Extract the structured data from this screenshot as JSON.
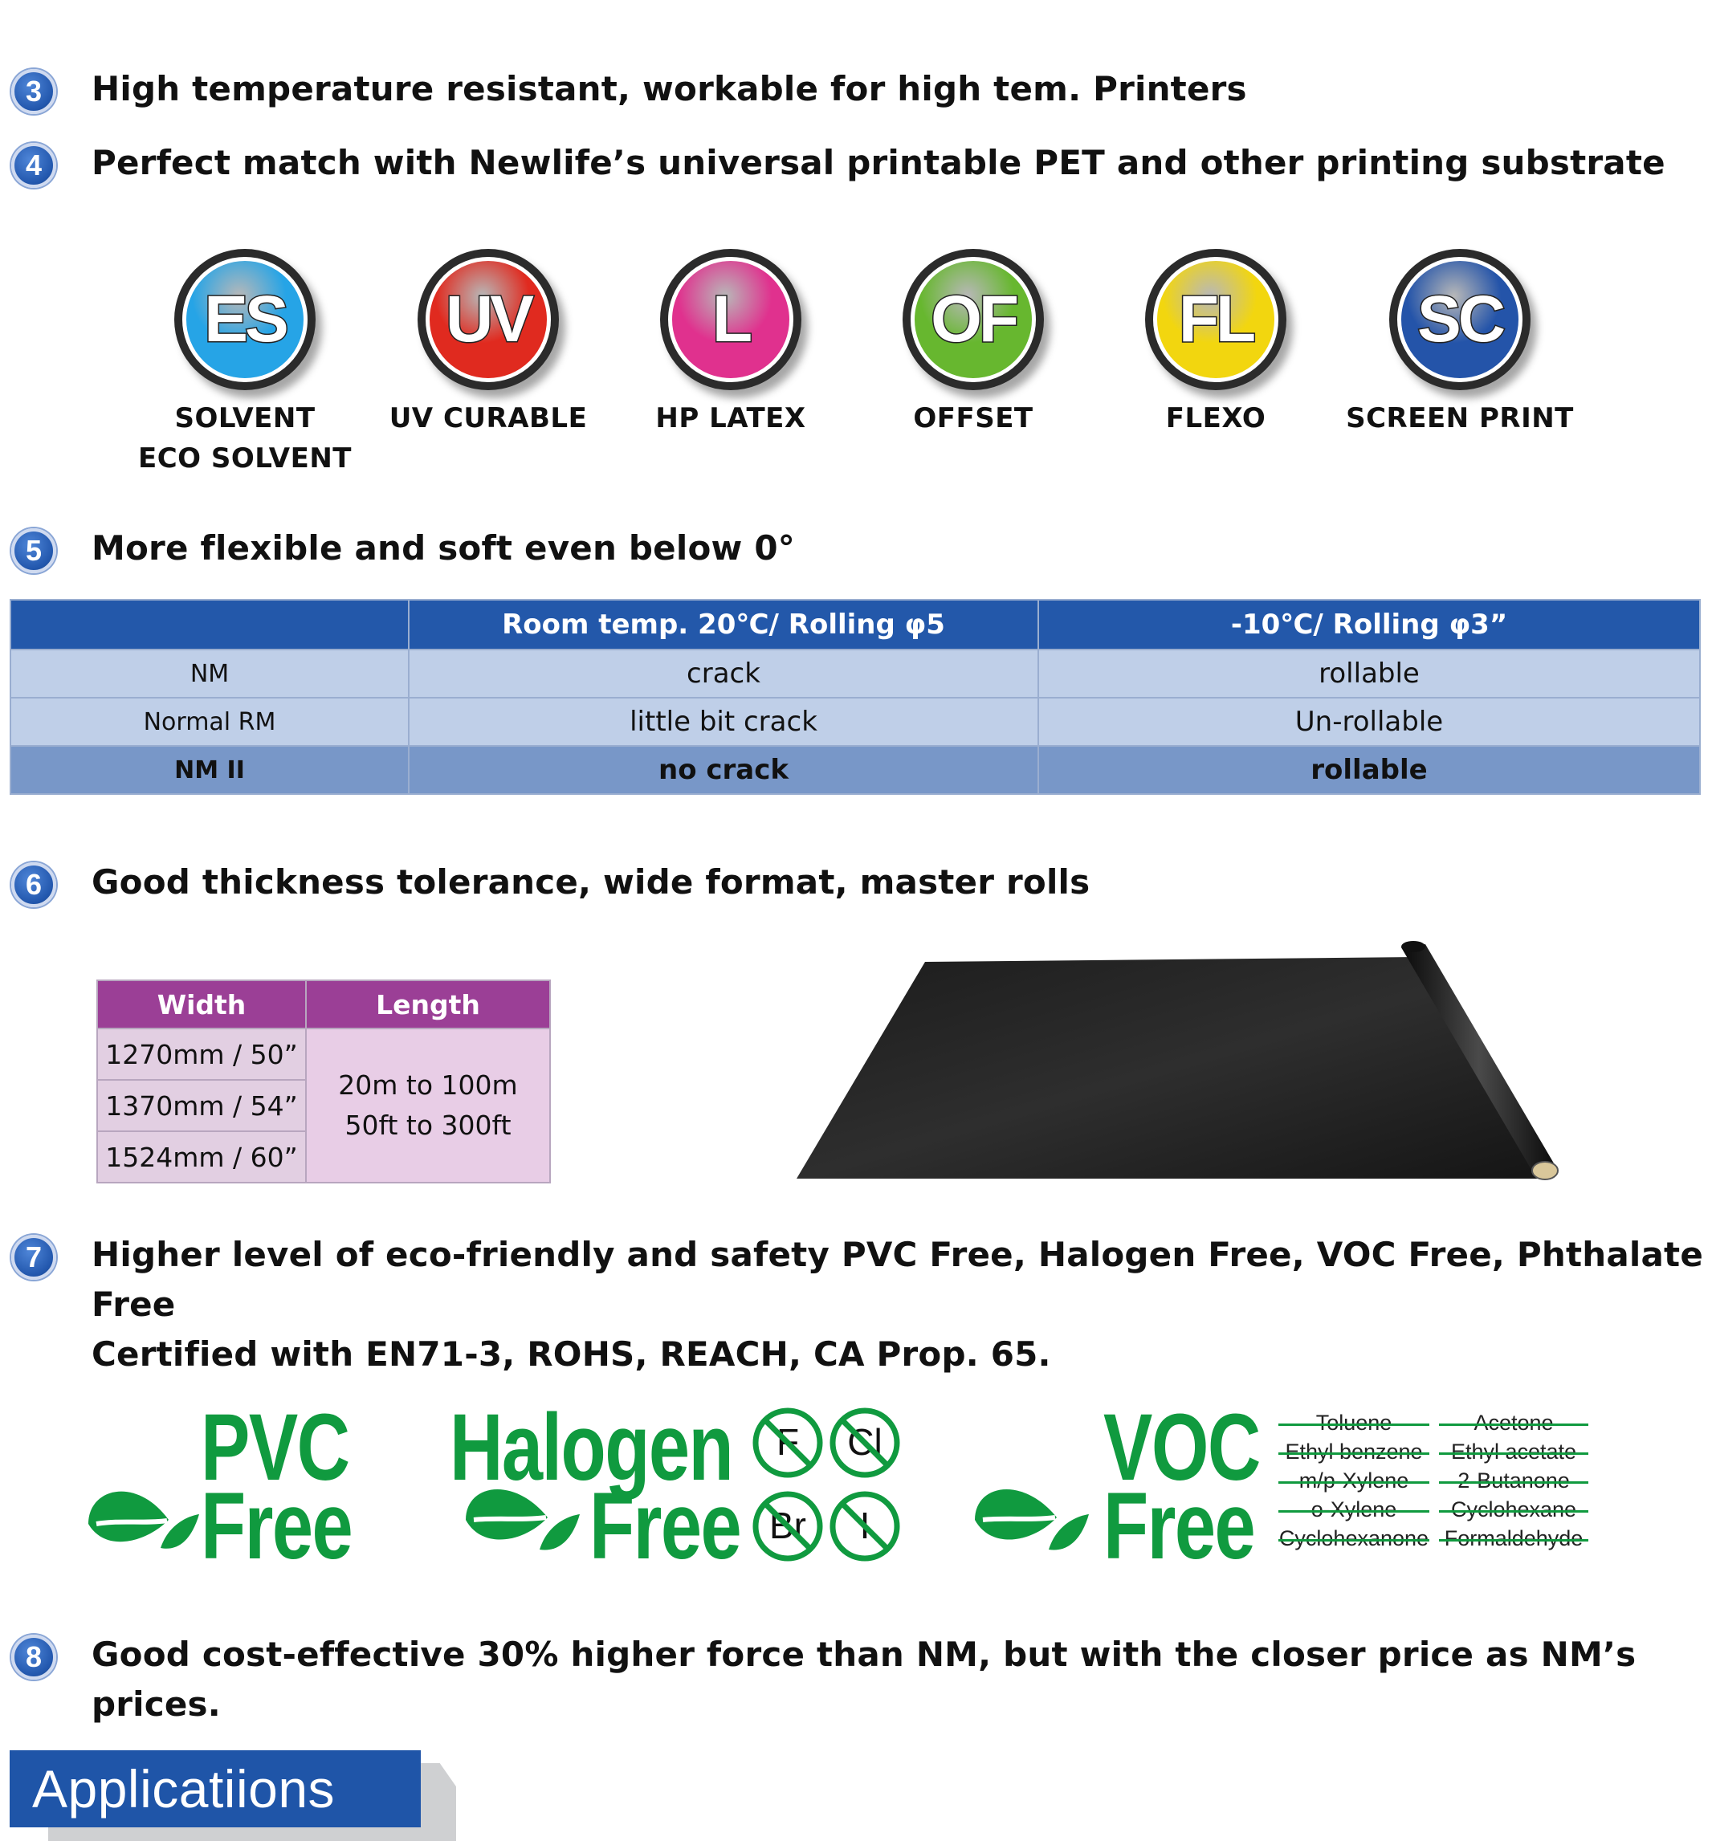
{
  "features": [
    {
      "num": "3",
      "text": "High temperature resistant, workable for high tem. Printers"
    },
    {
      "num": "4",
      "text": "Perfect match with Newlife’s universal printable PET and other printing substrate"
    },
    {
      "num": "5",
      "text": "More flexible and soft even below 0°"
    },
    {
      "num": "6",
      "text": "Good thickness tolerance, wide format, master rolls"
    },
    {
      "num": "7",
      "text": "Higher level of eco-friendly and safety PVC Free, Halogen Free, VOC Free, Phthalate Free",
      "text2": "Certified with EN71-3, ROHS, REACH, CA Prop. 65."
    },
    {
      "num": "8",
      "text": "Good cost-effective 30% higher force than NM, but with the closer price as NM’s prices."
    }
  ],
  "print_methods": [
    {
      "abbr": "ES",
      "label": "SOLVENT",
      "label2": "ECO SOLVENT",
      "color": "#26a4e6",
      "icon": "es-badge-icon"
    },
    {
      "abbr": "UV",
      "label": "UV CURABLE",
      "color": "#e02a1f",
      "icon": "uv-badge-icon"
    },
    {
      "abbr": "L",
      "label": "HP LATEX",
      "color": "#e0318e",
      "icon": "latex-badge-icon"
    },
    {
      "abbr": "OF",
      "label": "OFFSET",
      "color": "#67b72f",
      "icon": "offset-badge-icon"
    },
    {
      "abbr": "FL",
      "label": "FLEXO",
      "color": "#f2d60f",
      "icon": "flexo-badge-icon"
    },
    {
      "abbr": "SC",
      "label": "SCREEN PRINT",
      "color": "#2454a9",
      "icon": "screen-badge-icon"
    }
  ],
  "bend_table": {
    "headers": [
      "",
      "Room temp. 20℃/ Rolling φ5",
      "-10℃/ Rolling φ3”"
    ],
    "rows": [
      [
        "NM",
        "crack",
        "rollable"
      ],
      [
        "Normal RM",
        "little bit crack",
        "Un-rollable"
      ],
      [
        "NM  II",
        "no crack",
        "rollable"
      ]
    ]
  },
  "size_table": {
    "headers": [
      "Width",
      "Length"
    ],
    "widths": [
      "1270mm / 50”",
      "1370mm / 54”",
      "1524mm / 60”"
    ],
    "length_line1": "20m to 100m",
    "length_line2": "50ft  to 300ft"
  },
  "eco": {
    "pvc_top": "PVC",
    "pvc_bottom": "Free",
    "halogen_top": "Halogen",
    "halogen_bottom": "Free",
    "halogens": [
      "F",
      "Cl",
      "Br",
      "I"
    ],
    "voc_top": "VOC",
    "voc_bottom": "Free",
    "voc_col1": [
      "Toluene",
      "Ethyl benzene",
      "m/p-Xylene",
      "o-Xylene",
      "Cyclohexanone"
    ],
    "voc_col2": [
      "Acetone",
      "Ethyl acetate",
      "2-Butanone",
      "Cyclohexane",
      "Formaldehyde"
    ],
    "green": "#109a3f"
  },
  "applications_title": "Applicatiions"
}
